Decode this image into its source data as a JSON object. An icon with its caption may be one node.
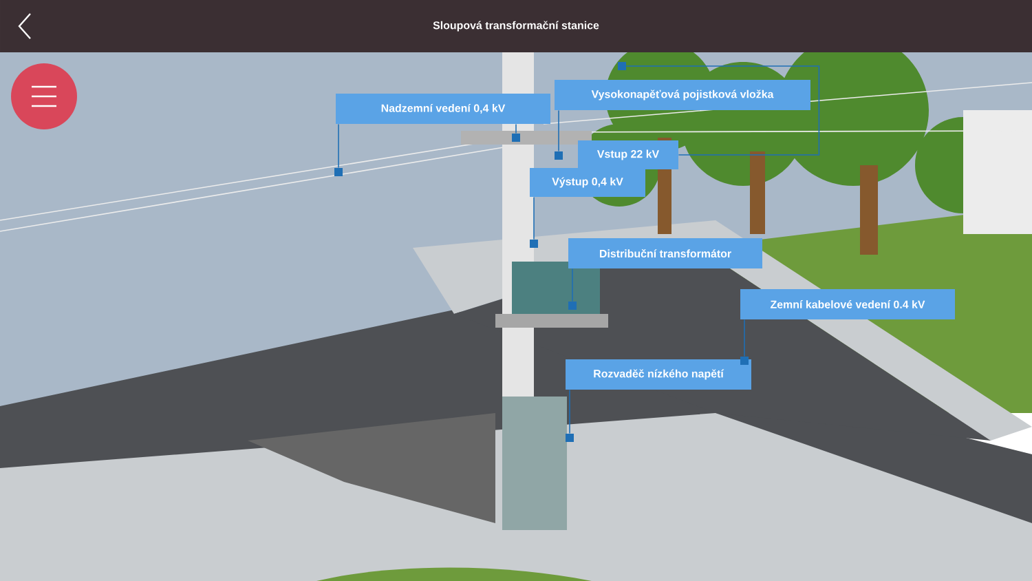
{
  "diagram": {
    "title": "Sloupová transformační stanice",
    "nodes": [
      {
        "text": [
          "Nadzemní vedení 0,4 kV"
        ]
      },
      {
        "text": [
          "Vysokonapěťová pojistková vložka"
        ]
      },
      {
        "text": [
          "Vstup 22 kV"
        ]
      },
      {
        "text": [
          "Výstup 0,4 kV"
        ]
      },
      {
        "text": [
          "Distribuční transformátor"
        ]
      },
      {
        "text": [
          "Zemní kabelové vedení 0.4 kV"
        ]
      },
      {
        "text": [
          "Rozvaděč nízkého napětí"
        ]
      },
      {
        "text": [],
        "shape": "box"
      },
      {
        "text": [],
        "shape": "box"
      },
      {
        "text": [],
        "shape": "box"
      },
      {
        "text": [],
        "shape": "box"
      },
      {
        "text": [],
        "shape": "box"
      },
      {
        "text": [],
        "shape": "box"
      },
      {
        "text": [],
        "shape": "box"
      },
      {
        "text": [],
        "shape": "box"
      }
    ],
    "edges": [
      {
        "from": 2,
        "to": 7,
        "arrow": "none"
      },
      {
        "from": 0,
        "to": 8,
        "arrow": "none"
      },
      {
        "from": 0,
        "to": 9,
        "arrow": "none"
      },
      {
        "from": 1,
        "to": 10,
        "arrow": "none"
      },
      {
        "from": 3,
        "to": 11,
        "arrow": "none"
      },
      {
        "from": 4,
        "to": 12,
        "arrow": "none"
      },
      {
        "from": 5,
        "to": 13,
        "arrow": "none"
      },
      {
        "from": 6,
        "to": 14,
        "arrow": "none"
      }
    ]
  }
}
